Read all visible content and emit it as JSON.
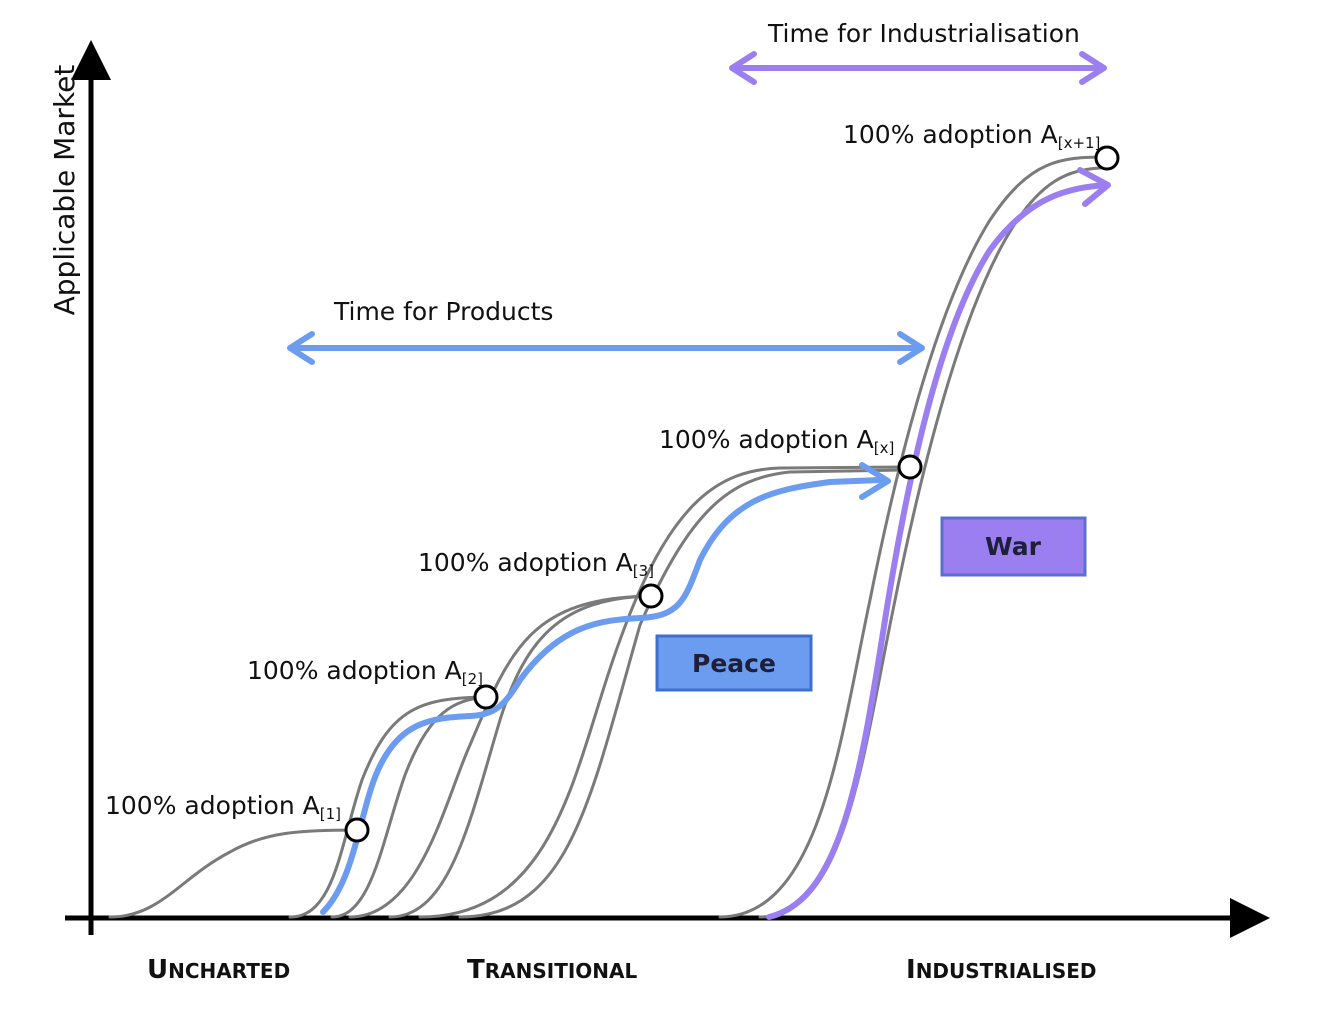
{
  "axes": {
    "y_label": "Applicable Market"
  },
  "stages": [
    {
      "initial": "U",
      "rest": "NCHARTED"
    },
    {
      "initial": "T",
      "rest": "RANSITIONAL"
    },
    {
      "initial": "I",
      "rest": "NDUSTRIALISED"
    }
  ],
  "adoption_points": [
    {
      "text": "100% adoption A",
      "sub": "[1]"
    },
    {
      "text": "100% adoption A",
      "sub": "[2]"
    },
    {
      "text": "100% adoption A",
      "sub": "[3]"
    },
    {
      "text": "100% adoption A",
      "sub": "[x]"
    },
    {
      "text": "100% adoption A",
      "sub": "[x+1]"
    }
  ],
  "time_arrows": {
    "products": "Time for Products",
    "industrialisation": "Time for Industrialisation"
  },
  "boxes": {
    "peace": "Peace",
    "war": "War"
  },
  "colors": {
    "peace": "#6b9cf0",
    "war": "#9b7ff0",
    "curve": "#7a7a7a",
    "axis": "#000000"
  }
}
